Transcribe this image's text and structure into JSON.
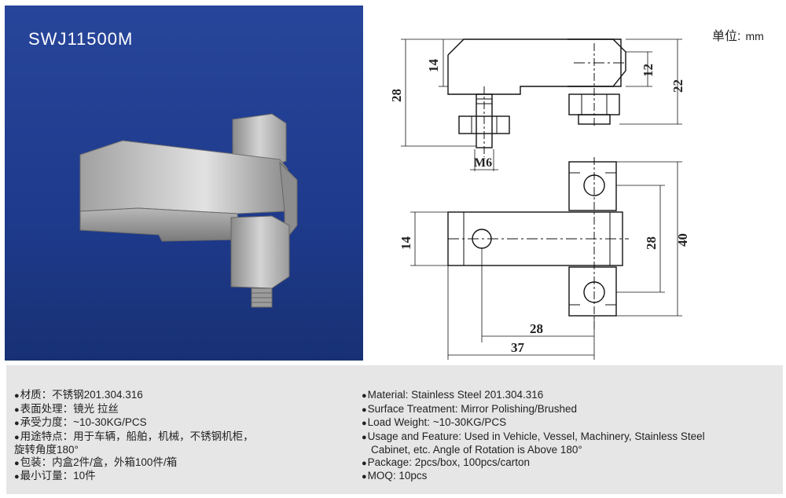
{
  "product": {
    "model": "SWJ11500M"
  },
  "drawing": {
    "unit_label": "单位:",
    "unit_value": "mm",
    "dims": {
      "d14_top": "14",
      "d28_left": "28",
      "d12": "12",
      "d22": "22",
      "m6": "M6",
      "d14_bottom": "14",
      "d28_right": "28",
      "d40": "40",
      "d28_horiz": "28",
      "d37": "37"
    }
  },
  "specs_cn": [
    "材质：不锈钢201.304.316",
    "表面处理：镜光 拉丝",
    "承受力度：~10-30KG/PCS",
    "用途特点：用于车辆，船舶，机械，不锈钢机柜，",
    "旋转角度180°",
    "包装：内盒2件/盒，外箱100件/箱",
    "最小订量：10件"
  ],
  "specs_en": [
    "Material: Stainless Steel 201.304.316",
    "Surface Treatment: Mirror Polishing/Brushed",
    "Load Weight: ~10-30KG/PCS",
    "Usage and Feature: Used in Vehicle, Vessel, Machinery, Stainless Steel",
    "Cabinet, etc. Angle of Rotation is Above 180°",
    "Package: 2pcs/box, 100pcs/carton",
    "MOQ: 10pcs"
  ],
  "colors": {
    "photo_bg": "#1e3a8c",
    "specs_bg": "#e6e6e6"
  },
  "icons": {
    "bullet": "●"
  }
}
